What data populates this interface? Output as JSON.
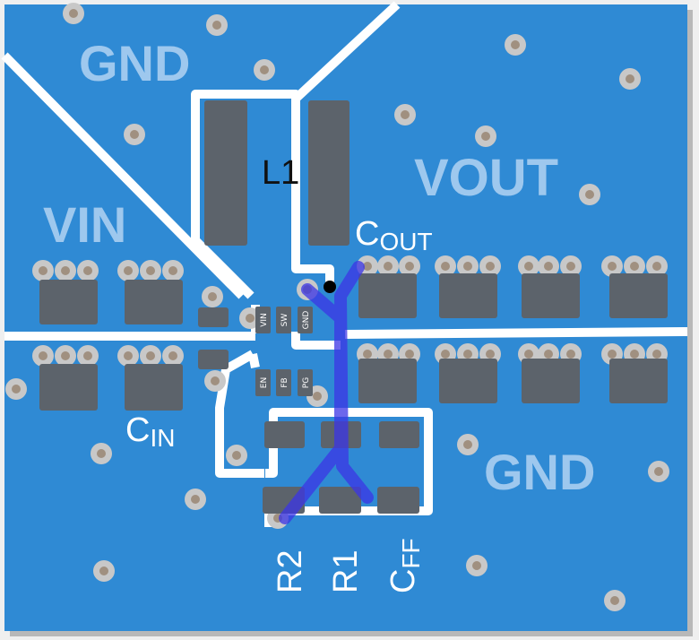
{
  "board": {
    "copper_color": "#2f8ad4",
    "trace_color": "#ffffff",
    "pad_color": "#5c636b",
    "via_color": "#c8c8c8",
    "via_hole_color": "#a09080",
    "signal_trace_color": "#3b35e6"
  },
  "nets": {
    "gnd_top": "GND",
    "vin": "VIN",
    "vout": "VOUT",
    "gnd_bottom": "GND"
  },
  "refdes": {
    "inductor": "L1",
    "cout_main": "C",
    "cout_sub": "OUT",
    "cin_main": "C",
    "cin_sub": "IN",
    "r2": "R2",
    "r1": "R1",
    "cff_main": "C",
    "cff_sub": "FF"
  },
  "ic_pins": {
    "vin": "VIN",
    "sw": "SW",
    "gnd": "GND",
    "en": "EN",
    "fb": "FB",
    "pg": "PG"
  }
}
